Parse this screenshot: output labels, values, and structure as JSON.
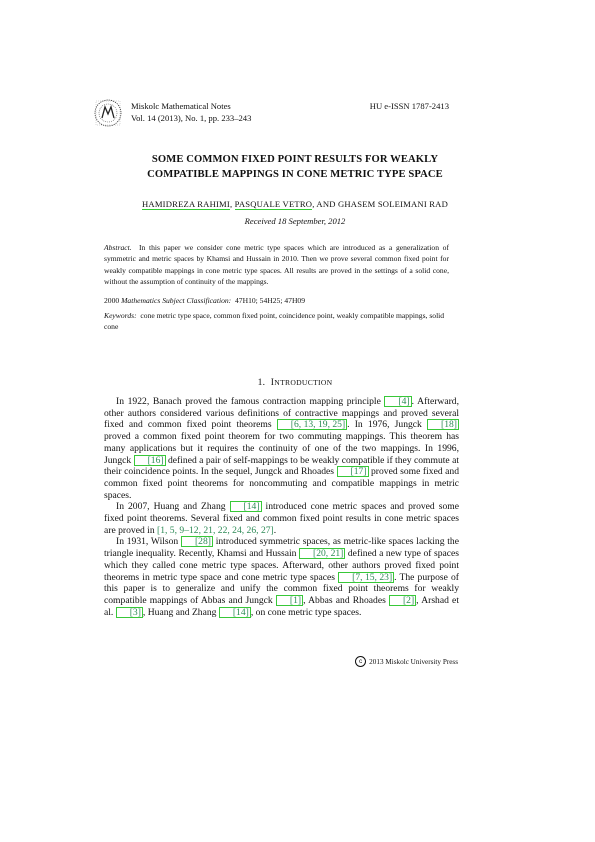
{
  "header": {
    "journal": "Miskolc Mathematical Notes",
    "volume": "Vol. 14 (2013), No. 1, pp. 233–243",
    "issn": "HU e-ISSN 1787-2413"
  },
  "title": {
    "line1": "SOME COMMON FIXED POINT RESULTS FOR WEAKLY",
    "line2": "COMPATIBLE MAPPINGS IN CONE METRIC TYPE SPACE"
  },
  "authors": {
    "author1": "HAMIDREZA RAHIMI",
    "sep1": ", ",
    "author2": "PASQUALE VETRO",
    "sep2": ", AND GHASEM SOLEIMANI RAD"
  },
  "received": "Received 18 September, 2012",
  "abstract": {
    "label": "Abstract.",
    "text": "In this paper we consider cone metric type spaces which are introduced as a generalization of symmetric and metric spaces by Khamsi and Hussain in 2010. Then we prove several common fixed point for weakly compatible mappings in cone metric type spaces. All results are proved in the settings of a solid cone, without the assumption of continuity of the mappings."
  },
  "msc": {
    "year": "2000",
    "label": "Mathematics Subject Classification:",
    "codes": "47H10; 54H25; 47H09"
  },
  "keywords": {
    "label": "Keywords:",
    "text": "cone metric type space, common fixed point, coincidence point, weakly compatible mappings, solid cone"
  },
  "section": {
    "number": "1.",
    "title_first": "I",
    "title_rest": "NTRODUCTION"
  },
  "paragraphs": {
    "p1": {
      "a": "In 1922, Banach proved the famous contraction mapping principle ",
      "c1": "[4]",
      "b": ". Afterward, other authors considered various definitions of contractive mappings and proved several fixed and common fixed point theorems ",
      "c2": "[6, 13, 19, 25]",
      "c": ". In 1976, Jungck ",
      "c3": "[18]",
      "d": " proved a common fixed point theorem for two commuting mappings. This theorem has many applications but it requires the continuity of one of the two mappings. In 1996, Jungck ",
      "c4": "[16]",
      "e": " defined a pair of self-mappings to be weakly compatible if they commute at their coincidence points. In the sequel, Jungck and Rhoades ",
      "c5": "[17]",
      "f": " proved some fixed and common fixed point theorems for noncommuting and compatible mappings in metric spaces."
    },
    "p2": {
      "a": "In 2007, Huang and Zhang ",
      "c1": "[14]",
      "b": " introduced cone metric spaces and proved some fixed point theorems. Several fixed and common fixed point results in cone metric spaces are proved in ",
      "c2": "[1, 5, 9–12, 21, 22, 24, 26, 27]",
      "c": "."
    },
    "p3": {
      "a": "In 1931, Wilson ",
      "c1": "[28]",
      "b": " introduced symmetric spaces, as metric-like spaces lacking the triangle inequality. Recently, Khamsi and Hussain ",
      "c2": "[20, 21]",
      "c": " defined a new type of spaces which they called cone metric type spaces. Afterward, other authors proved fixed point theorems in metric type space and cone metric type spaces ",
      "c3": "[7, 15, 23]",
      "d": ". The purpose of this paper is to generalize and unify the common fixed point theorems for weakly compatible mappings of Abbas and Jungck ",
      "c4": "[1]",
      "e": ", Abbas and Rhoades ",
      "c5": "[2]",
      "f": ", Arshad et al. ",
      "c6": "[3]",
      "g": ", Huang and Zhang ",
      "c7": "[14]",
      "h": ", on cone metric type spaces."
    }
  },
  "copyright": {
    "icon": "c",
    "text": "2013 Miskolc University Press"
  }
}
